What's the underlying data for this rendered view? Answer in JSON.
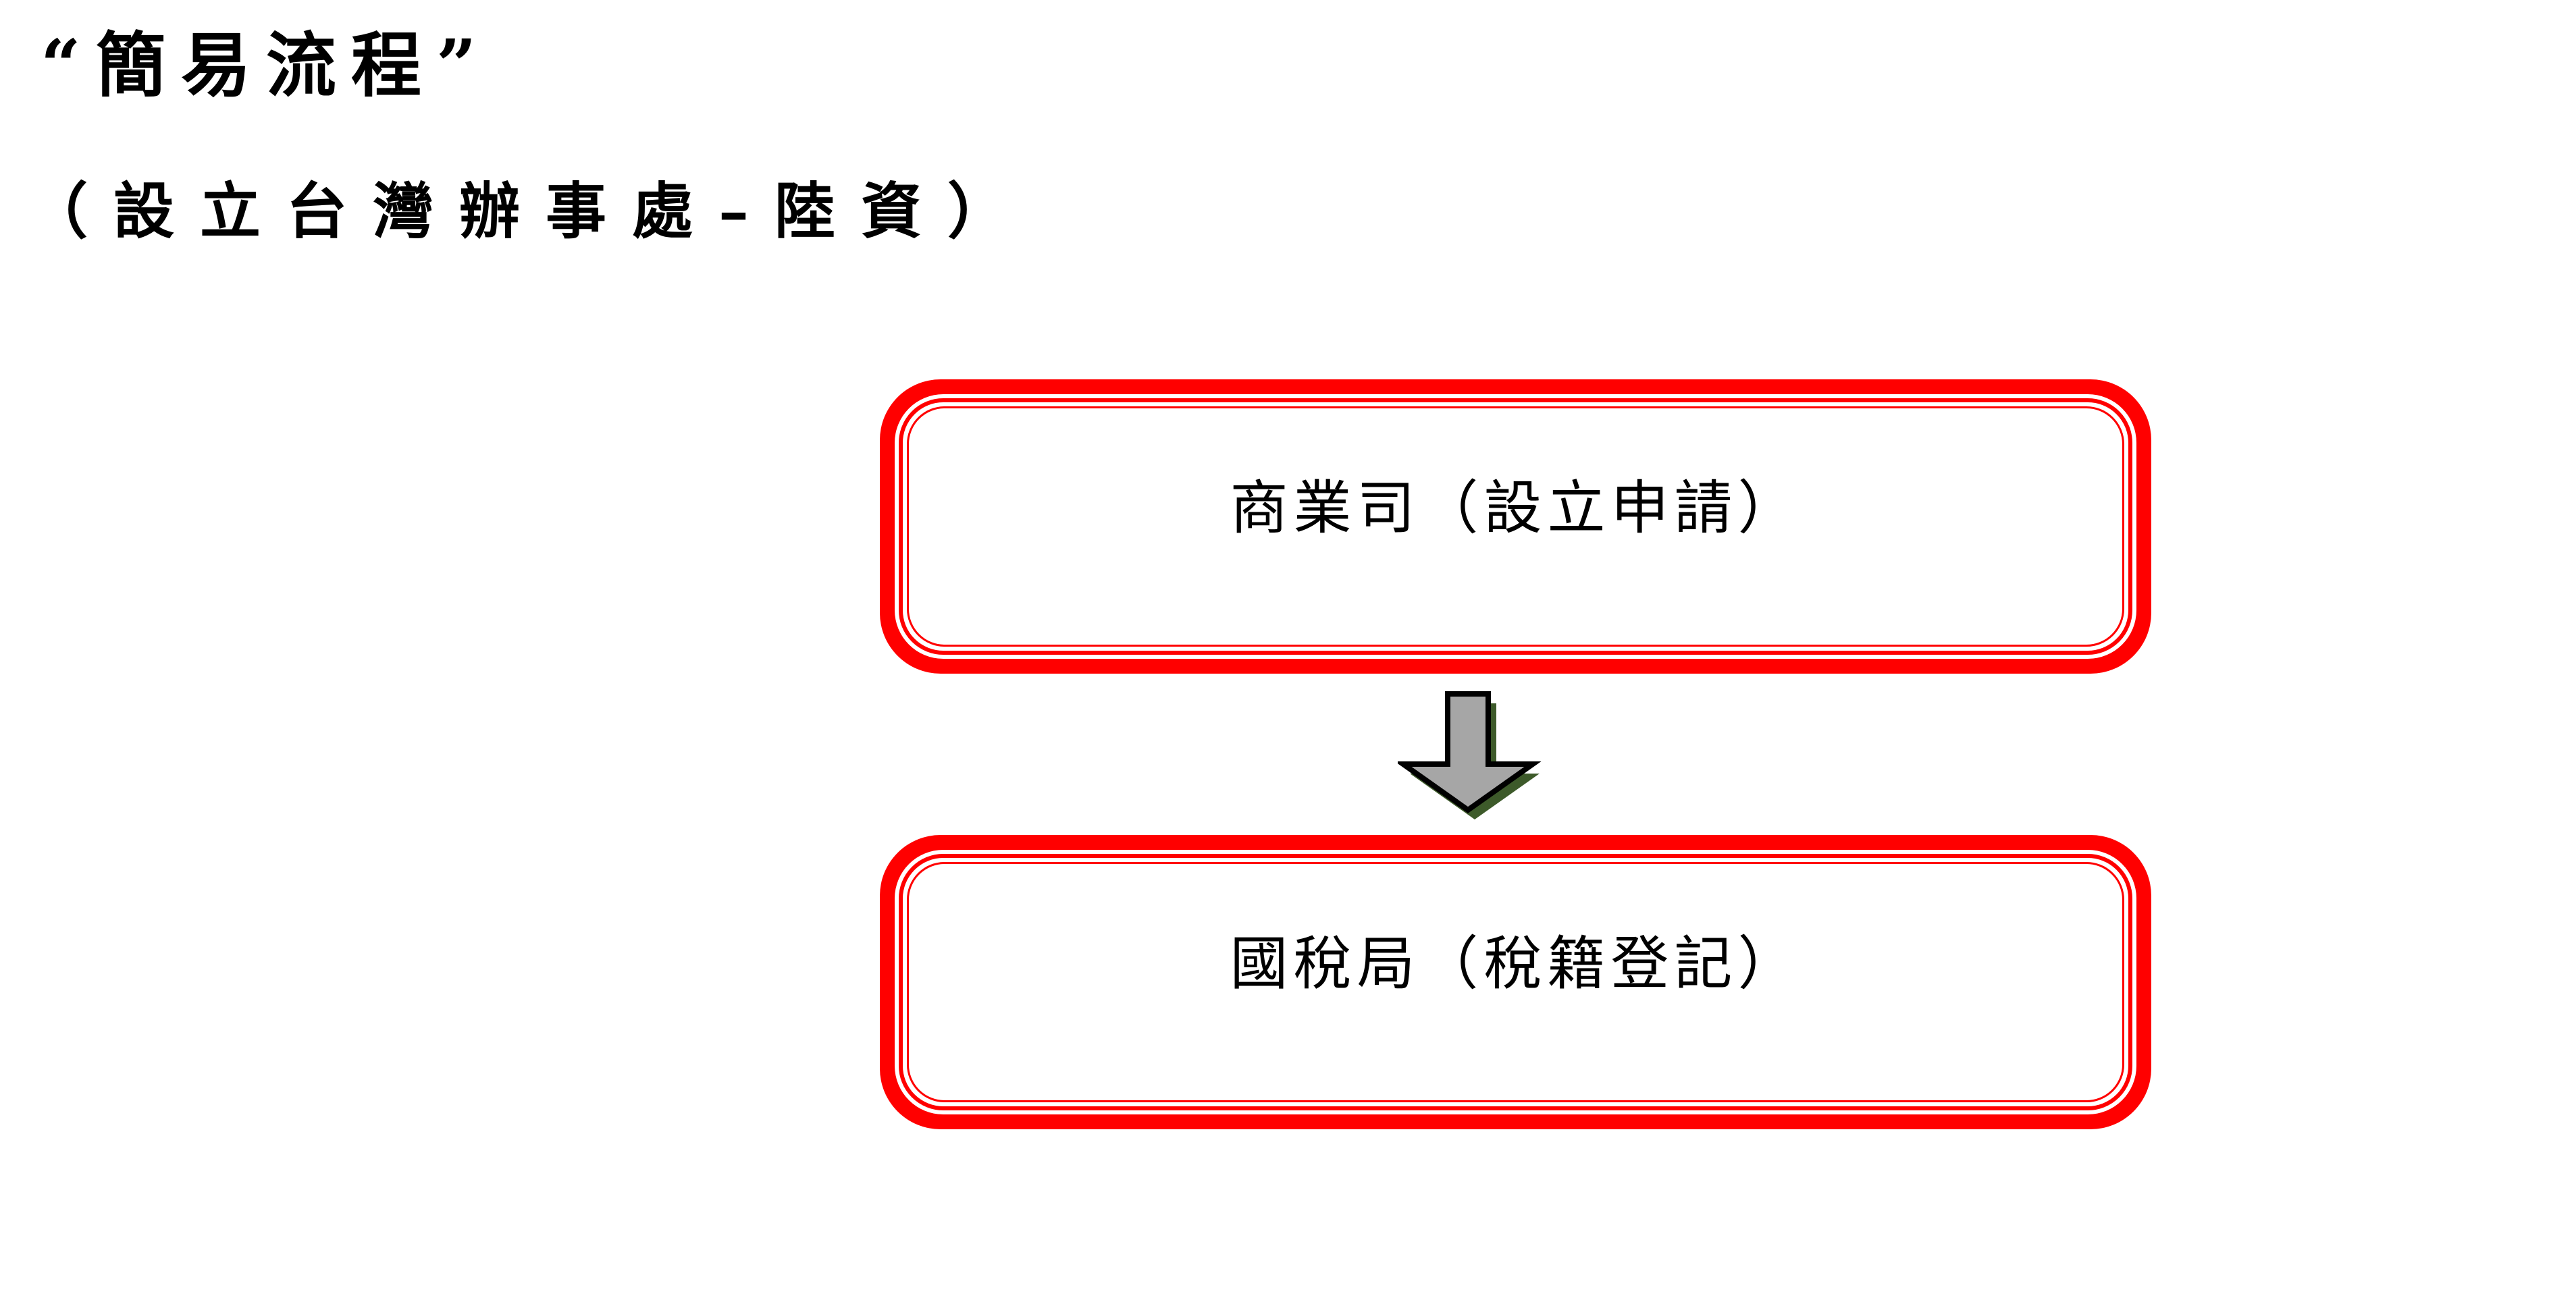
{
  "title": "“簡易流程”",
  "subtitle": "（設立台灣辦事處–陸資）",
  "flow": {
    "steps": [
      {
        "label": "商業司（設立申請）"
      },
      {
        "label": "國稅局（稅籍登記）"
      }
    ],
    "arrow_icon": "down-arrow-icon"
  },
  "colors": {
    "box_border": "#ff0000",
    "arrow_fill": "#a6a6a6",
    "arrow_shadow": "#3d5a2a"
  }
}
